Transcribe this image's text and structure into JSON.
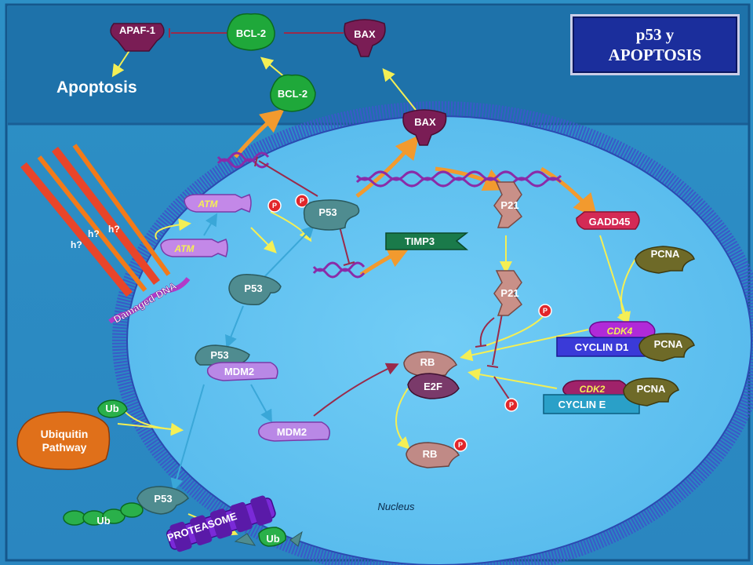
{
  "title": {
    "line1": "p53 y",
    "line2": "APOPTOSIS"
  },
  "labels": {
    "apaf1": "APAF-1",
    "bcl2_top": "BCL-2",
    "bax_top": "BAX",
    "apoptosis": "Apoptosis",
    "bcl2_nucleus": "BCL-2",
    "bax_nucleus": "BAX",
    "atm_upper": "ATM",
    "atm_lower": "ATM",
    "p_atm": "P",
    "p_p53": "P",
    "p53_phos": "P53",
    "p53_mid": "P53",
    "p53_mdm2": "P53",
    "mdm2_complex": "MDM2",
    "mdm2_free": "MDM2",
    "timp3": "TIMP3",
    "p21_top": "P21",
    "p21_bottom": "P21",
    "gadd45": "GADD45",
    "pcna_top": "PCNA",
    "cdk4": "CDK4",
    "cyclin_d1": "CYCLIN D1",
    "pcna_mid": "PCNA",
    "cdk2": "CDK2",
    "cyclin_e": "CYCLIN E",
    "pcna_bottom": "PCNA",
    "rb": "RB",
    "e2f": "E2F",
    "rb_p": "RB",
    "p_rb": "P",
    "p_cdk4": "P",
    "p_cdk2": "P",
    "damaged_dna": "Damaged DNA",
    "h1": "h?",
    "h2": "h?",
    "h3": "h?",
    "ub_top": "Ub",
    "ubiquitin_1": "Ubiquitin",
    "ubiquitin_2": "Pathway",
    "p53_deg": "P53",
    "ub_chain": "Ub",
    "proteasome": "PROTEASOME",
    "ub_bottom": "Ub",
    "nucleus": "Nucleus"
  },
  "colors": {
    "background": "#2a8fc8",
    "cytoplasm_top": "#1c6fa8",
    "nucleus_fill": "#63c3f2",
    "membrane": "#3a5ac8",
    "arrow_orange": "#f29a2e",
    "arrow_yellow": "#f4ef55",
    "inhibit_red": "#9a2a4a",
    "bcl2_green": "#1fa83a",
    "bax_purple": "#7a1d55",
    "title_box": "#1b2e9c"
  }
}
